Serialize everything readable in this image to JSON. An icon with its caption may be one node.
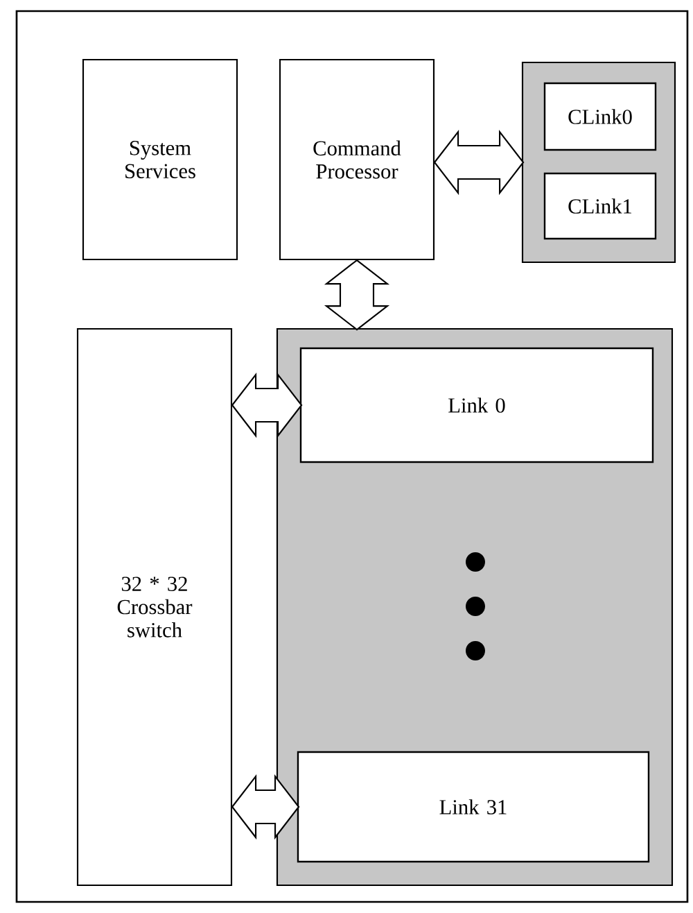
{
  "diagram": {
    "nodes": [
      {
        "text": [
          "System Services"
        ]
      },
      {
        "text": [
          "Command Processor"
        ]
      },
      {
        "text": [],
        "shape": "box"
      },
      {
        "text": [
          "CLink0"
        ],
        "in": 2
      },
      {
        "text": [
          "CLink1"
        ],
        "in": 2
      },
      {
        "text": [
          "32 * 32 Crossbar switch"
        ]
      },
      {
        "text": [],
        "shape": "box"
      },
      {
        "text": [
          "Link 0"
        ],
        "in": 6
      },
      {
        "text": [
          "Link 31"
        ],
        "in": 6
      }
    ],
    "edges": [
      {
        "from": 1,
        "to": 2,
        "arrow": "both"
      },
      {
        "from": 1,
        "to": 6,
        "arrow": "both"
      },
      {
        "from": 5,
        "to": 7,
        "arrow": "both"
      },
      {
        "from": 5,
        "to": 8,
        "arrow": "both"
      }
    ]
  }
}
